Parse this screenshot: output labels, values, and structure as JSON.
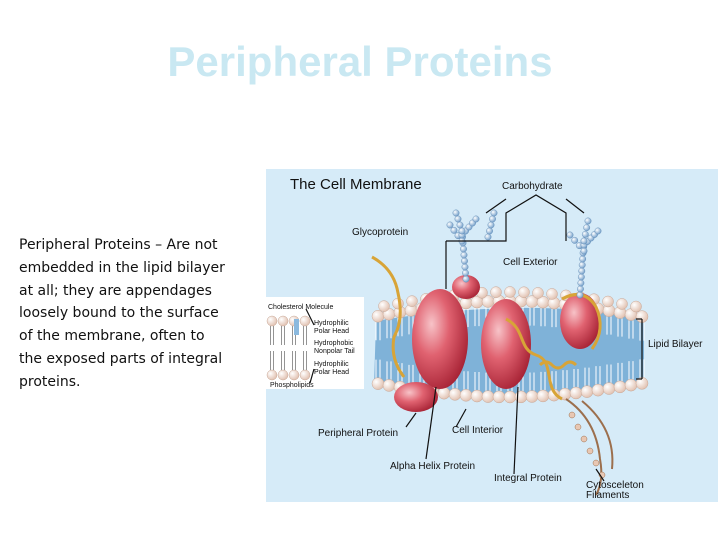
{
  "slide": {
    "title": "Peripheral Proteins",
    "body_lead": "Peripheral Proteins",
    "body_rest": " – Are not embedded in the lipid bilayer at all; they are appendages loosely bound to the surface of the membrane, often to the exposed parts of integral proteins."
  },
  "diagram": {
    "title": "The Cell Membrane",
    "labels": {
      "carbohydrate": "Carbohydrate",
      "glycoprotein": "Glycoprotein",
      "cell_exterior": "Cell Exterior",
      "cholesterol": "Cholesterol Molecule",
      "hydrophilic_top_1": "Hydrophilic",
      "hydrophilic_top_2": "Polar Head",
      "hydrophobic_1": "Hydrophobic",
      "hydrophobic_2": "Nonpolar Tail",
      "hydrophilic_bot_1": "Hydrophilic",
      "hydrophilic_bot_2": "Polar Head",
      "phospholipids": "Phospholipids",
      "lipid_bilayer": "Lipid Bilayer",
      "peripheral_protein": "Peripheral Protein",
      "cell_interior": "Cell Interior",
      "alpha_helix": "Alpha Helix Protein",
      "integral_protein": "Integral Protein",
      "cytoskeleton_1": "Cytosceleton",
      "cytoskeleton_2": "Filaments"
    },
    "colors": {
      "background": "#d6ebf8",
      "head": "#f1ddd3",
      "tail": "#7fb2d8",
      "protein": "#d94a5a",
      "helix": "#d8a437",
      "sugar": "#7aa6cf"
    }
  }
}
